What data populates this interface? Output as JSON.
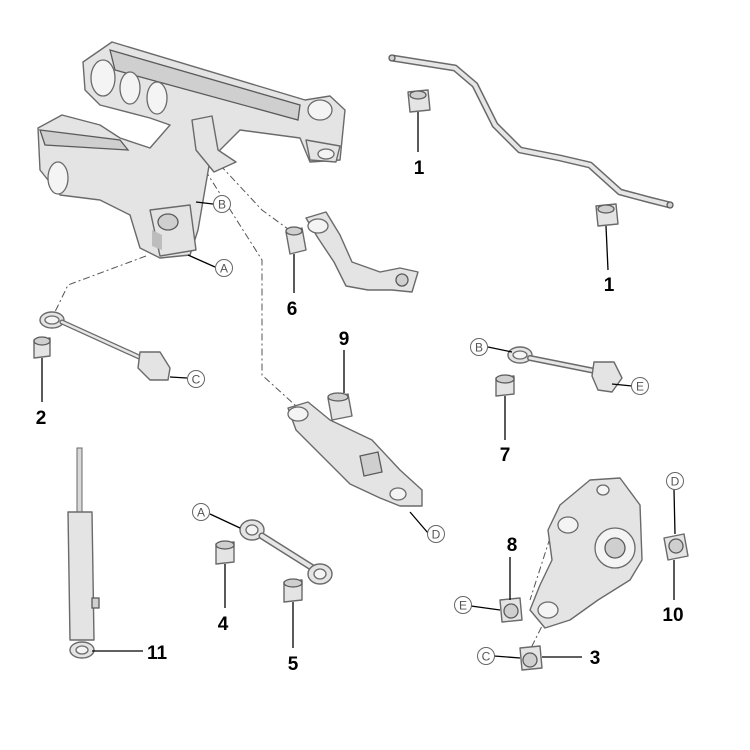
{
  "callouts": [
    "1",
    "1",
    "2",
    "3",
    "4",
    "5",
    "6",
    "7",
    "8",
    "9",
    "10",
    "11"
  ],
  "refs": [
    "A",
    "A",
    "B",
    "B",
    "C",
    "C",
    "D",
    "D",
    "E",
    "E"
  ]
}
